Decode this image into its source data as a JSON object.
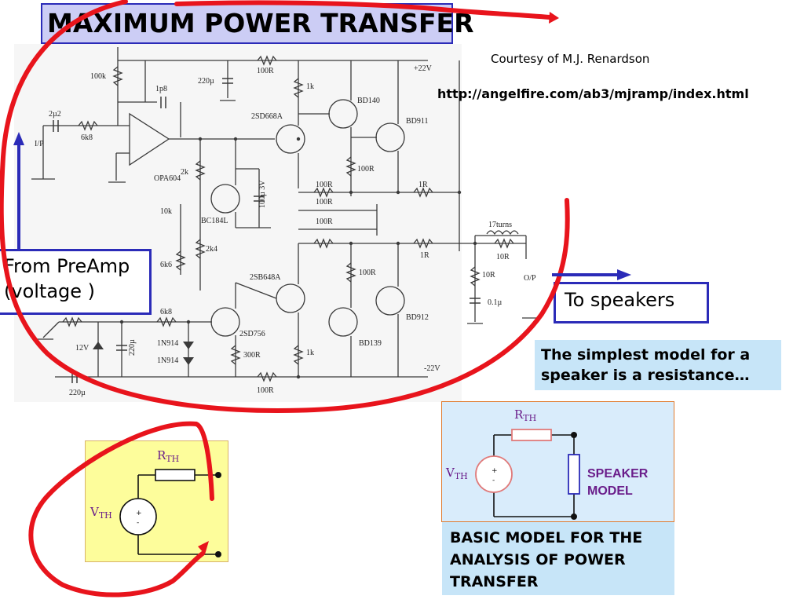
{
  "slide": {
    "title": "MAXIMUM POWER TRANSFER",
    "courtesy": "Courtesy of M.J. Renardson",
    "url": "http://angelfire.com/ab3/mjramp/index.html"
  },
  "callouts": {
    "preamp_line1": "From PreAmp",
    "preamp_line2": "(voltage )",
    "speakers": "To speakers",
    "simplest_line1": "The simplest model for a",
    "simplest_line2": "speaker is a resistance…",
    "basic_model": "BASIC MODEL FOR THE ANALYSIS OF POWER TRANSFER"
  },
  "thevenin_small": {
    "r_label": "R",
    "r_sub": "TH",
    "v_label": "V",
    "v_sub": "TH",
    "plus": "+",
    "minus": "-"
  },
  "thevenin_large": {
    "r_label": "R",
    "r_sub": "TH",
    "v_label": "V",
    "v_sub": "TH",
    "plus": "+",
    "minus": "-",
    "speaker_line1": "SPEAKER",
    "speaker_line2": "MODEL"
  },
  "schematic_labels": {
    "r100k": "100k",
    "r100r_top": "100R",
    "plus22v": "+22V",
    "c1p8": "1p8",
    "c220u_top": "220µ",
    "r1k_top": "1k",
    "bd140": "BD140",
    "sd668a": "2SD668A",
    "bd911": "BD911",
    "c2u2": "2µ2",
    "r6k8_in": "6k8",
    "in": "I/P",
    "opa604": "OPA604",
    "r2k": "2k",
    "r100r_bd140": "100R",
    "r100r_a": "100R",
    "r1r_top": "1R",
    "c100u3v": "100µ 3V",
    "r10k": "10k",
    "bc184l": "BC184L",
    "r100r_b": "100R",
    "r100r_c": "100R",
    "turns": "17turns",
    "r2k4": "2k4",
    "r6k6": "6k6",
    "r1r_bot": "1R",
    "r10r_out": "10R",
    "r100r_bd139": "100R",
    "sb648a": "2SB648A",
    "r10r": "10R",
    "op": "O/P",
    "c0u1": "0.1µ",
    "r6k8_bot": "6k8",
    "r6k8_mid": "6k8",
    "sd756": "2SD756",
    "bd912": "BD912",
    "in914a": "1N914",
    "in914b": "1N914",
    "v12": "12V",
    "c220u_mid": "220µ",
    "r300r": "300R",
    "r1k_bot": "1k",
    "bd139": "BD139",
    "minus22v": "-22V",
    "r100r_bot": "100R",
    "c220u_bot": "220µ"
  },
  "colors": {
    "title_bg": "#cccdf5",
    "border_blue": "#2b2bb8",
    "annotation_red": "#e8141c",
    "callout_blue": "#c7e5f8",
    "yellow_panel": "#fdfd9b",
    "label_purple": "#6a1d8a"
  }
}
